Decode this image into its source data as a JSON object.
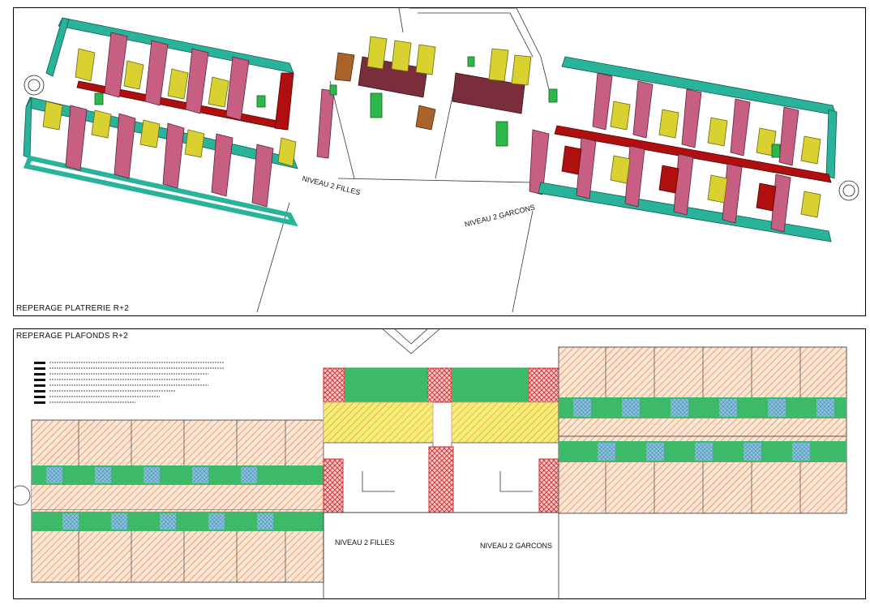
{
  "top_panel": {
    "title": "REPERAGE PLATRERIE R+2",
    "label_girls": "NIVEAU 2 FILLES",
    "label_boys": "NIVEAU 2 GARCONS"
  },
  "bottom_panel": {
    "title": "REPERAGE PLAFONDS R+2",
    "label_girls": "NIVEAU 2 FILLES",
    "label_boys": "NIVEAU 2 GARCONS"
  },
  "colors": {
    "teal_wall": "#2ab39b",
    "pink_wall": "#c65f82",
    "yellow_wall": "#d8d130",
    "red_wall": "#b00f0f",
    "green_block": "#2db84a",
    "brown_wall": "#a8622a",
    "hatch_orange": "#e2793a",
    "green_ceiling": "#3cba6a",
    "blue_ceiling": "#8ac3df",
    "yellow_ceiling": "#f2ea5e",
    "red_hatch": "#d42a2a"
  }
}
